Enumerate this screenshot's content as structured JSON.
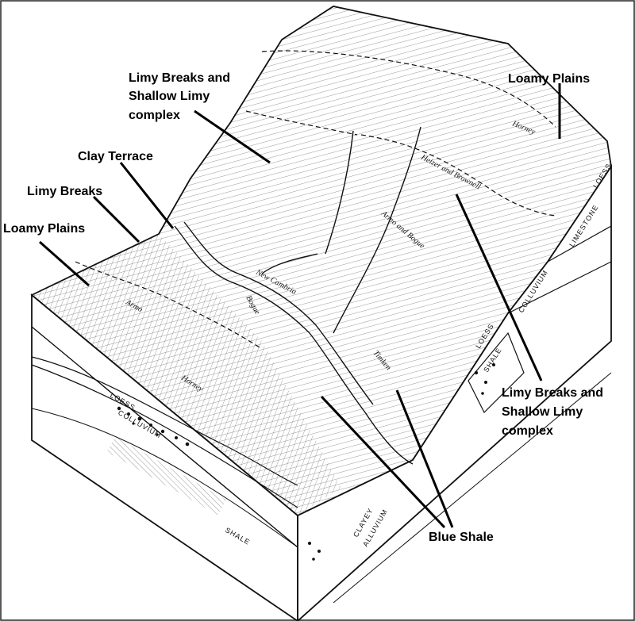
{
  "callouts": {
    "limy_breaks_shallow_top": [
      "Limy Breaks and",
      "Shallow Limy",
      "complex"
    ],
    "loamy_plains_top": "Loamy Plains",
    "clay_terrace": "Clay Terrace",
    "limy_breaks": "Limy Breaks",
    "loamy_plains_left": "Loamy Plains",
    "limy_breaks_shallow_right": [
      "Limy Breaks and",
      "Shallow Limy",
      "complex"
    ],
    "blue_shale": "Blue Shale"
  },
  "soil_labels": {
    "horney_top": "Horney",
    "heizer_brownell": "Heizer and Brownell",
    "armo_bogue": "Armo and Bogue",
    "new_cambria": "New Cambria",
    "armo": "Armo",
    "bogue": "Bogue",
    "timken": "Timken",
    "horney_left": "Horney"
  },
  "layer_labels": {
    "loess_left": "LOESS",
    "colluvium_left": "COLLUVIUM",
    "shale_left": "SHALE",
    "clayey_alluvium": [
      "CLAYEY",
      "ALLUVIUM"
    ],
    "loess_right_top": "LOESS",
    "limestone": "LIMESTONE",
    "colluvium_right": "COLLUVIUM",
    "loess_right_mid": "LOESS",
    "shale_right": "SHALE"
  }
}
